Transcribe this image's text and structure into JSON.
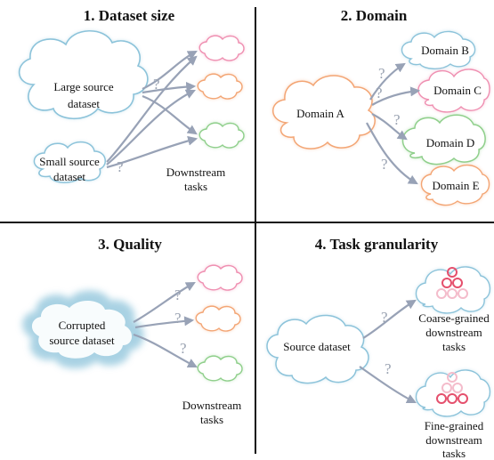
{
  "panels": {
    "p1": {
      "title": "1. Dataset size",
      "large_source": [
        "Large source",
        "dataset"
      ],
      "small_source": [
        "Small source",
        "dataset"
      ],
      "downstream": [
        "Downstream",
        "tasks"
      ],
      "q": "?"
    },
    "p2": {
      "title": "2. Domain",
      "domain_a": "Domain A",
      "domain_b": "Domain B",
      "domain_c": "Domain C",
      "domain_d": "Domain D",
      "domain_e": "Domain E",
      "q": "?"
    },
    "p3": {
      "title": "3. Quality",
      "corrupted": [
        "Corrupted",
        "source dataset"
      ],
      "downstream": [
        "Downstream",
        "tasks"
      ],
      "q": "?"
    },
    "p4": {
      "title": "4. Task granularity",
      "source": "Source dataset",
      "coarse": [
        "Coarse-grained",
        "downstream",
        "tasks"
      ],
      "fine": [
        "Fine-grained",
        "downstream",
        "tasks"
      ],
      "q": "?"
    }
  },
  "colors": {
    "blue": "#8cc3da",
    "pink": "#ef8fb1",
    "orange": "#f3a574",
    "green": "#8fcf8b",
    "arrow": "#98a2b6",
    "question": "#9aa3b2",
    "circle_dark": "#e5506d",
    "circle_light": "#f4bccb",
    "divider": "#111111"
  }
}
